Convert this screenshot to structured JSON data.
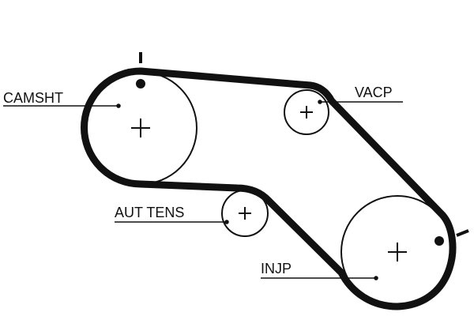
{
  "diagram": {
    "labels": {
      "camshaft": "CAMSHT",
      "water_pump": "VACP",
      "auto_tensioner": "AUT TENS",
      "injection_pump": "INJP"
    },
    "colors": {
      "belt": "#111111",
      "pulley_outline": "#111111",
      "background": "#ffffff"
    },
    "timing_marks": [
      "camshaft-timing-mark",
      "injection-pump-timing-mark"
    ]
  }
}
